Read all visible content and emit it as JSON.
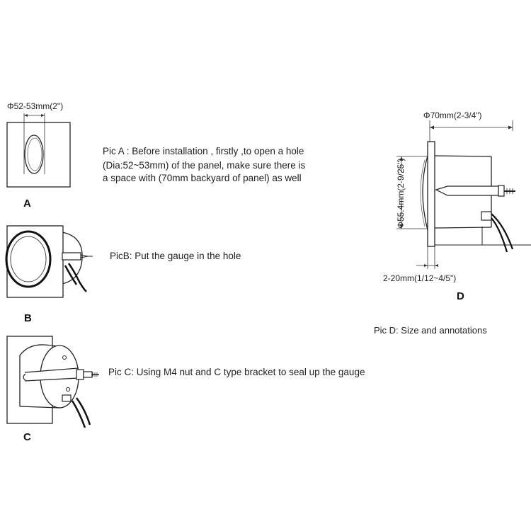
{
  "pic_a": {
    "dimension": "Φ52-53mm(2\")",
    "letter": "A",
    "description_lines": [
      "Pic A : Before installation , firstly ,to open a hole",
      "(Dia:52~53mm) of the panel, make sure there is",
      "a space with (70mm backyard of panel)  as well"
    ]
  },
  "pic_b": {
    "letter": "B",
    "description": "PicB: Put the gauge in the hole"
  },
  "pic_c": {
    "letter": "C",
    "description": "Pic C: Using M4 nut and C type bracket to seal up the gauge"
  },
  "pic_d": {
    "letter": "D",
    "depth_dimension": "Φ70mm(2-3/4\")",
    "height_dimension": "Φ55.4mm(2-9/25\")",
    "panel_dimension": "2-20mm(1/12~4/5\")",
    "caption": "Pic D: Size and annotations"
  }
}
